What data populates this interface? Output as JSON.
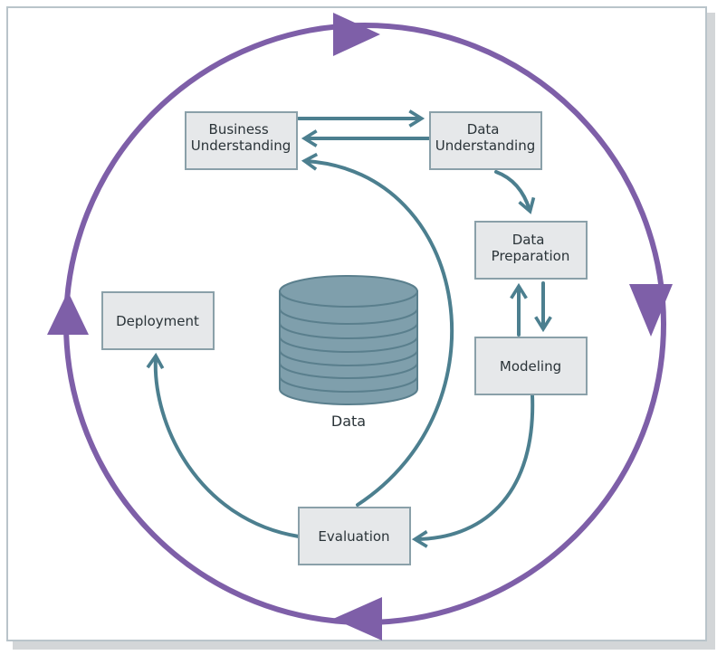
{
  "diagram": {
    "phases": {
      "business_understanding": [
        "Business",
        "Understanding"
      ],
      "data_understanding": [
        "Data",
        "Understanding"
      ],
      "data_preparation": [
        "Data",
        "Preparation"
      ],
      "modeling": [
        "Modeling"
      ],
      "evaluation": [
        "Evaluation"
      ],
      "deployment": [
        "Deployment"
      ]
    },
    "data_store_label": "Data"
  },
  "colors": {
    "outer_cycle": "#7e5fa8",
    "flow_arrow": "#4c7f8f",
    "box_fill": "#e6e8ea",
    "box_stroke": "#8aa0a9",
    "cylinder_fill": "#7f9fac",
    "cylinder_line": "#5a7f8d",
    "frame_stroke": "#b9c4ca",
    "shadow": "#d3d6d8",
    "text": "#2a3338"
  }
}
